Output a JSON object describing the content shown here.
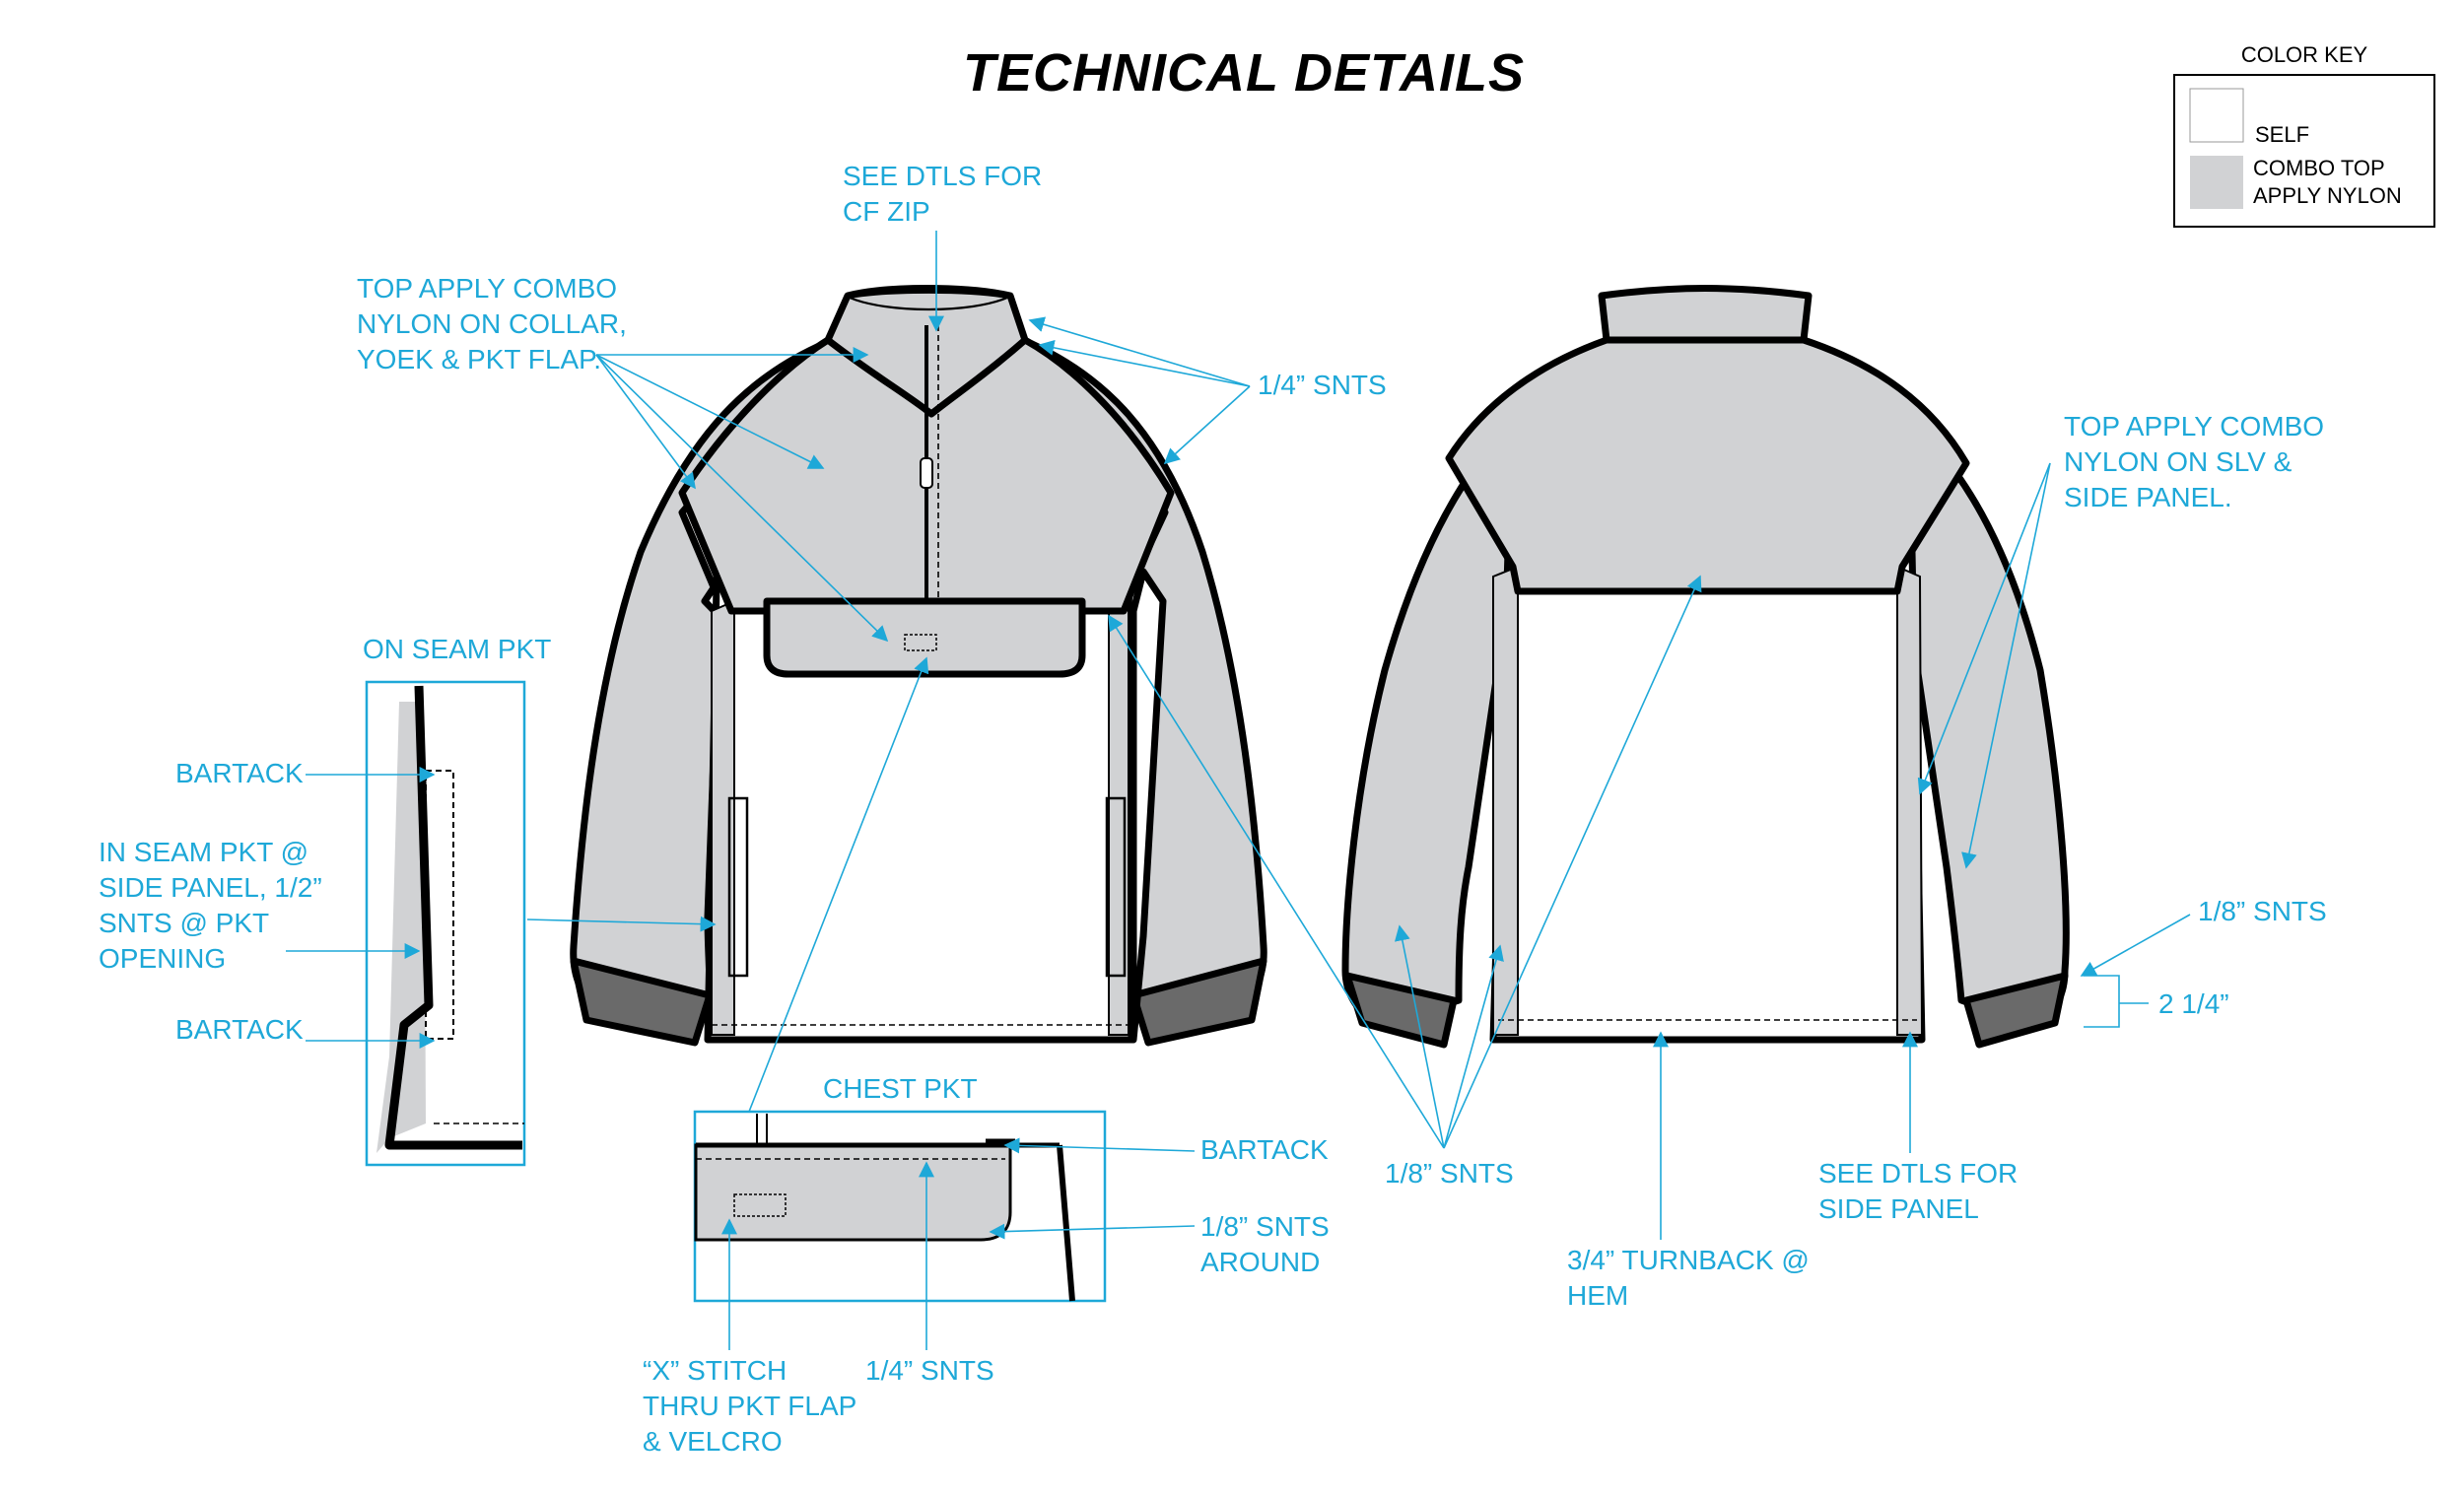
{
  "title": "TECHNICAL DETAILS",
  "color_key": {
    "heading": "COLOR KEY",
    "self_label": "SELF",
    "combo_label_line1": "COMBO TOP",
    "combo_label_line2": "APPLY NYLON",
    "self_color": "#ffffff",
    "combo_color": "#d1d2d4"
  },
  "accent_color": "#1ea8d8",
  "callouts": {
    "cf_zip": [
      "SEE DTLS FOR",
      "CF ZIP"
    ],
    "collar_combo": [
      "TOP APPLY COMBO",
      "NYLON ON COLLAR,",
      "YOEK & PKT FLAP."
    ],
    "snts_quarter_top": [
      "1/4” SNTS"
    ],
    "sleeve_combo": [
      "TOP APPLY COMBO",
      "NYLON ON SLV &",
      "SIDE PANEL."
    ],
    "on_seam_pkt": [
      "ON SEAM PKT"
    ],
    "bartack_top": [
      "BARTACK"
    ],
    "in_seam_pkt": [
      "IN SEAM PKT @",
      "SIDE PANEL, 1/2”",
      "SNTS @ PKT",
      "OPENING"
    ],
    "bartack_bottom": [
      "BARTACK"
    ],
    "eighth_snts_right": [
      "1/8” SNTS"
    ],
    "cuff_height": [
      "2 1/4”"
    ],
    "chest_pkt": [
      "CHEST PKT"
    ],
    "bartack_chest": [
      "BARTACK"
    ],
    "eighth_snts_around": [
      "1/8” SNTS",
      "AROUND"
    ],
    "eighth_snts_bottom": [
      "1/8” SNTS"
    ],
    "side_panel_dtls": [
      "SEE DTLS FOR",
      "SIDE PANEL"
    ],
    "turnback": [
      "3/4” TURNBACK @",
      "HEM"
    ],
    "x_stitch": [
      "“X” STITCH",
      "THRU PKT FLAP",
      "& VELCRO"
    ],
    "snts_quarter_bottom": [
      "1/4” SNTS"
    ]
  }
}
